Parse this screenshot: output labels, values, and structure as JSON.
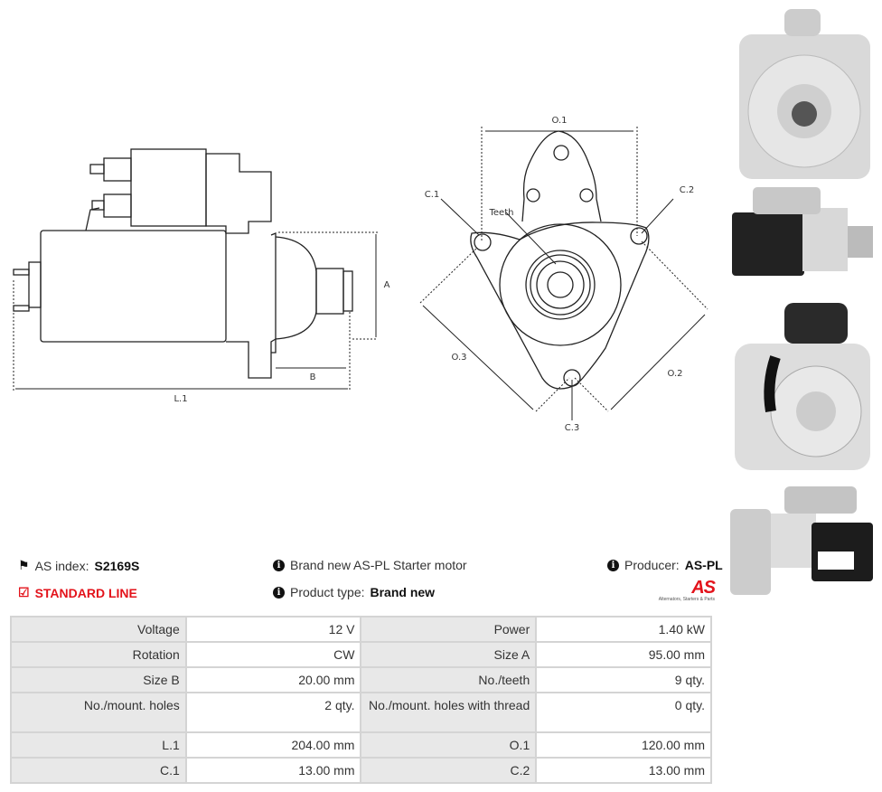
{
  "diagram": {
    "side_labels": {
      "a": "A",
      "b": "B",
      "l1": "L.1"
    },
    "front_labels": {
      "o1": "O.1",
      "o2": "O.2",
      "o3": "O.3",
      "c1": "C.1",
      "c2": "C.2",
      "c3": "C.3",
      "teeth": "Teeth"
    }
  },
  "info": {
    "as_index_label": "AS index:",
    "as_index_value": "S2169S",
    "line": "STANDARD LINE",
    "description": "Brand new AS-PL Starter motor",
    "product_type_label": "Product type:",
    "product_type_value": "Brand new",
    "producer_label": "Producer:",
    "producer_value": "AS-PL"
  },
  "logo": {
    "text": "AS",
    "tagline": "Alternators, Starters & Parts"
  },
  "colors": {
    "accent": "#e3131b",
    "label_bg": "#e8e8e8",
    "border": "#d4d4d4"
  },
  "specs": [
    [
      {
        "label": "Voltage",
        "value": "12 V"
      },
      {
        "label": "Power",
        "value": "1.40 kW"
      }
    ],
    [
      {
        "label": "Rotation",
        "value": "CW"
      },
      {
        "label": "Size A",
        "value": "95.00 mm"
      }
    ],
    [
      {
        "label": "Size B",
        "value": "20.00 mm"
      },
      {
        "label": "No./teeth",
        "value": "9 qty."
      }
    ],
    [
      {
        "label": "No./mount. holes",
        "value": "2 qty."
      },
      {
        "label": "No./mount. holes with thread",
        "value": "0 qty."
      }
    ],
    [
      {
        "label": "L.1",
        "value": "204.00 mm"
      },
      {
        "label": "O.1",
        "value": "120.00 mm"
      }
    ],
    [
      {
        "label": "C.1",
        "value": "13.00 mm"
      },
      {
        "label": "C.2",
        "value": "13.00 mm"
      }
    ]
  ]
}
